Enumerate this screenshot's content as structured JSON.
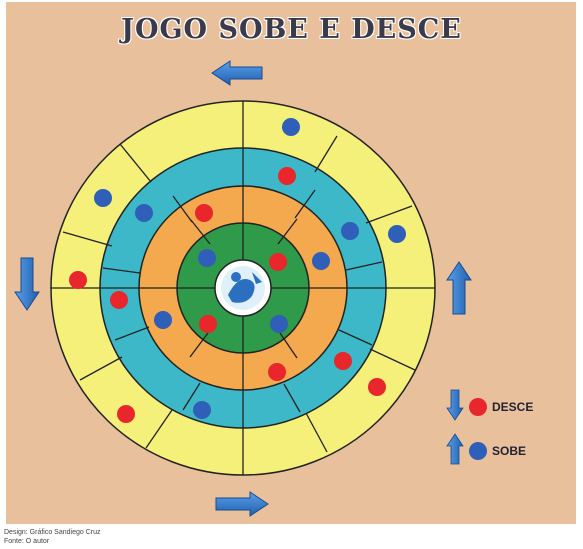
{
  "title": "JOGO SOBE E DESCE",
  "legend": {
    "desce_label": "DESCE",
    "sobe_label": "SOBE",
    "desce_color": "#e8262b",
    "sobe_color": "#2f5fb8"
  },
  "ring_colors": {
    "outer": "#f5f07a",
    "second": "#3cb8c8",
    "third": "#f4a94e",
    "inner": "#2e9a4a",
    "center": "#ffffff"
  },
  "arrows": {
    "top": "left-arrow-icon",
    "bottom": "right-arrow-icon",
    "left": "down-arrow-icon",
    "right": "up-arrow-icon"
  },
  "credits": {
    "line1": "Design: Gráfico Sandiego Cruz",
    "line2": "Fonte: O autor"
  }
}
